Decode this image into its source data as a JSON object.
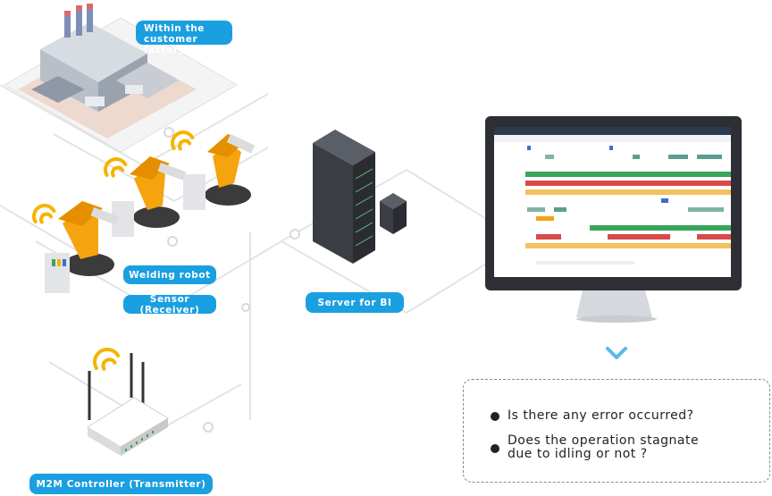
{
  "labels": {
    "factory": [
      "Within the",
      "customer factory"
    ],
    "welding_robot": "Welding robot",
    "sensor": "Sensor (Receiver)",
    "server": "Server for BI",
    "m2m": "M2M Controller (Transmitter)"
  },
  "questions": [
    [
      "Is there any error occurred?"
    ],
    [
      "Does the operation stagnate",
      "due to idling or not ?"
    ]
  ],
  "colors": {
    "accent": "#1a9fe0",
    "robot": "#f5a40f",
    "wifi": "#f5b400",
    "monitor": "#2e2f34",
    "chevron": "#5bb8e8"
  }
}
